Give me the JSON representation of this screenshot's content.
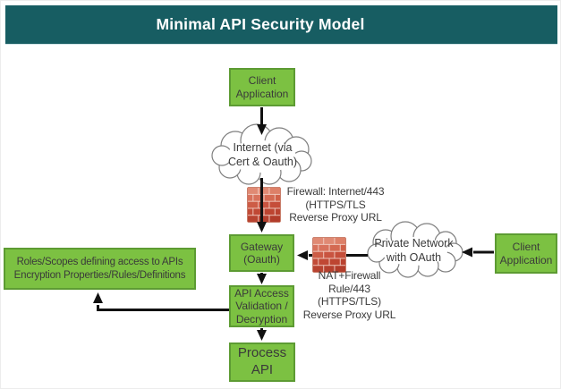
{
  "header": {
    "title": "Minimal API Security Model"
  },
  "nodes": {
    "client_top": {
      "line1": "Client",
      "line2": "Application"
    },
    "internet_cloud": {
      "line1": "Internet (via",
      "line2": "Cert & Oauth)"
    },
    "gateway": {
      "line1": "Gateway",
      "line2": "(Oauth)"
    },
    "api_access": {
      "line1": "API Access",
      "line2": "Validation /",
      "line3": "Decryption"
    },
    "process_api": {
      "line1": "Process",
      "line2": "API"
    },
    "roles": {
      "line1": "Roles/Scopes defining access to APIs",
      "line2": "Encryption Properties/Rules/Definitions"
    },
    "private_cloud": {
      "line1": "Private Network",
      "line2": "with OAuth"
    },
    "client_right": {
      "line1": "Client",
      "line2": "Application"
    }
  },
  "annotations": {
    "firewall1": {
      "line1": "Firewall: Internet/443",
      "line2": "(HTTPS/TLS",
      "line3": "Reverse Proxy URL"
    },
    "firewall2": {
      "line1": "NAT+Firewall",
      "line2": "Rule/443 (HTTPS/TLS)",
      "line3": "Reverse Proxy URL"
    }
  },
  "icons": {
    "firewall1": "brick-wall-firewall",
    "firewall2": "brick-wall-firewall",
    "cloud1": "cloud-shape",
    "cloud2": "cloud-shape"
  },
  "colors": {
    "header_bg": "#175d62",
    "box_fill": "#7cc142",
    "box_border": "#5d9b33",
    "text": "#3a3a3a",
    "arrow": "#111111",
    "cloud_stroke": "#7f7f7f",
    "brick_light": "#e08a74",
    "brick_dark": "#b84330"
  }
}
